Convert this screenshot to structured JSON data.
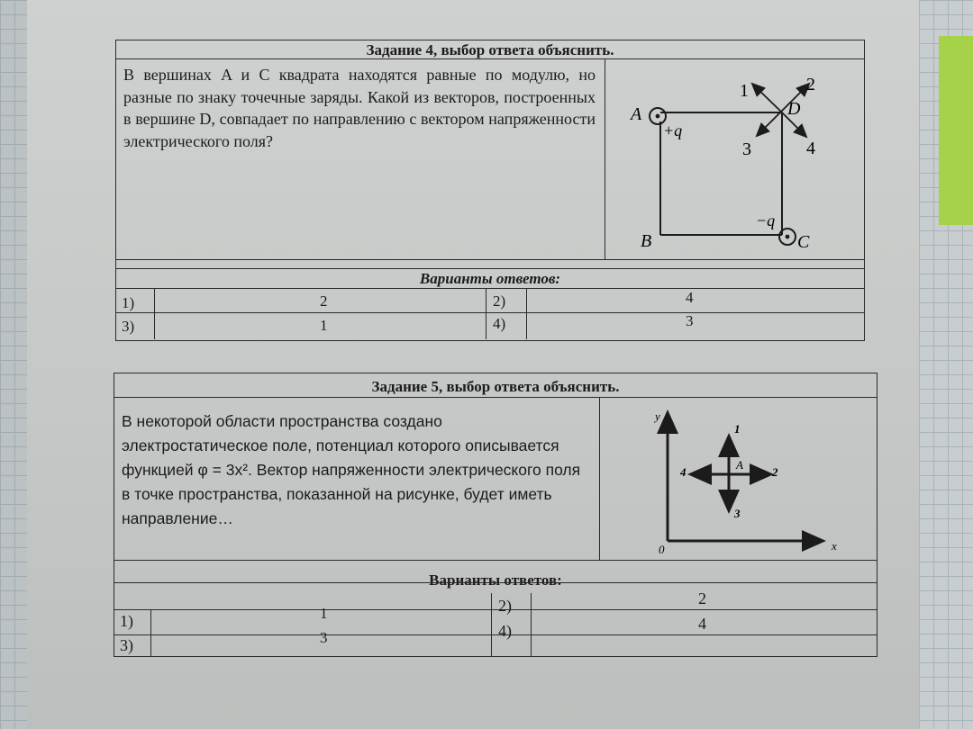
{
  "task4": {
    "title": "Задание 4, выбор ответа объяснить.",
    "question": "В вершинах A и C квадрата находятся равные по модулю, но разные по знаку точечные заряды. Какой из векторов, построенных в вершине D, совпадает по направлению с вектором напряженности электрического поля?",
    "figure": {
      "vertex_a": "A",
      "vertex_b": "B",
      "vertex_c": "C",
      "vertex_d": "D",
      "charge_a": "+q",
      "charge_c": "−q",
      "vectors": [
        "1",
        "2",
        "3",
        "4"
      ]
    },
    "variants_title": "Варианты ответов:",
    "answers": [
      {
        "num": "1)",
        "value": "2"
      },
      {
        "num": "2)",
        "value": "4"
      },
      {
        "num": "3)",
        "value": "1"
      },
      {
        "num": "4)",
        "value": "3"
      }
    ]
  },
  "task5": {
    "title": "Задание 5, выбор ответа объяснить.",
    "question": "В некоторой области пространства создано электростатическое поле, потенциал которого описывается функцией φ = 3x². Вектор напряженности электрического поля в точке пространства, показанной на рисунке, будет иметь направление…",
    "figure": {
      "axis_y": "y",
      "axis_x": "x",
      "origin": "0",
      "point": "A",
      "vectors": [
        "1",
        "2",
        "3",
        "4"
      ]
    },
    "variants_title": "Варианты ответов:",
    "answers": [
      {
        "num": "1)",
        "value": "1"
      },
      {
        "num": "2)",
        "value": "2"
      },
      {
        "num": "3)",
        "value": "3"
      },
      {
        "num": "4)",
        "value": "4"
      }
    ]
  }
}
